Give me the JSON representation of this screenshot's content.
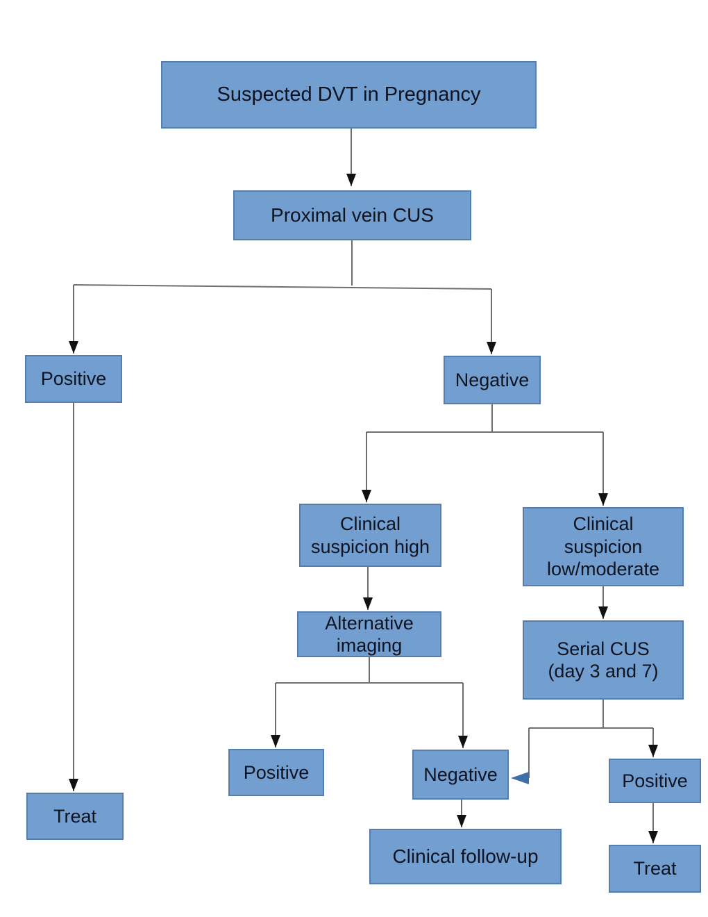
{
  "diagram": {
    "type": "flowchart",
    "nodes": {
      "start": {
        "label": "Suspected DVT in Pregnancy"
      },
      "proximal_cus": {
        "label": "Proximal vein CUS"
      },
      "positive_left": {
        "label": "Positive"
      },
      "negative_main": {
        "label": "Negative"
      },
      "suspicion_high": {
        "label": "Clinical\nsuspicion high"
      },
      "suspicion_low_moderate": {
        "label": "Clinical\nsuspicion\nlow/moderate"
      },
      "alternative_imaging": {
        "label": "Alternative\nimaging"
      },
      "serial_cus": {
        "label": "Serial CUS\n(day 3 and 7)"
      },
      "alt_positive": {
        "label": "Positive"
      },
      "alt_negative": {
        "label": "Negative"
      },
      "serial_positive": {
        "label": "Positive"
      },
      "treat_left": {
        "label": "Treat"
      },
      "clinical_follow_up": {
        "label": "Clinical follow-up"
      },
      "treat_right": {
        "label": "Treat"
      }
    },
    "edges": [
      {
        "from": "start",
        "to": "proximal_cus"
      },
      {
        "from": "proximal_cus",
        "to": "positive_left"
      },
      {
        "from": "proximal_cus",
        "to": "negative_main"
      },
      {
        "from": "negative_main",
        "to": "suspicion_high"
      },
      {
        "from": "negative_main",
        "to": "suspicion_low_moderate"
      },
      {
        "from": "suspicion_high",
        "to": "alternative_imaging"
      },
      {
        "from": "suspicion_low_moderate",
        "to": "serial_cus"
      },
      {
        "from": "alternative_imaging",
        "to": "alt_positive"
      },
      {
        "from": "alternative_imaging",
        "to": "alt_negative"
      },
      {
        "from": "serial_cus",
        "to": "alt_negative"
      },
      {
        "from": "serial_cus",
        "to": "serial_positive"
      },
      {
        "from": "positive_left",
        "to": "treat_left"
      },
      {
        "from": "alt_negative",
        "to": "clinical_follow_up"
      },
      {
        "from": "serial_positive",
        "to": "treat_right"
      }
    ],
    "colors": {
      "background": "#ffffff",
      "box_fill": "#729fcf",
      "box_border": "#567cb0",
      "text": "#0d1320",
      "connector": "#4a4a4a",
      "arrowhead": "#111111",
      "blue_arrowhead": "#3e6fa8"
    }
  }
}
